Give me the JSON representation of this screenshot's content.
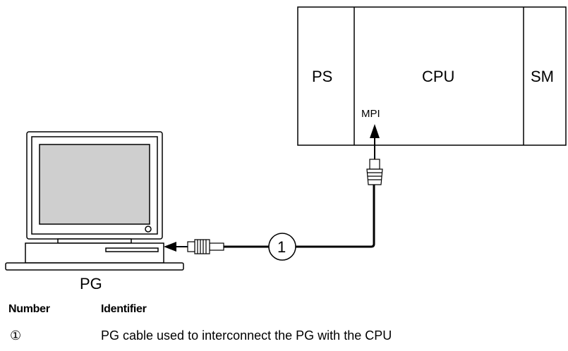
{
  "diagram": {
    "modules": {
      "ps": "PS",
      "cpu": "CPU",
      "sm": "SM"
    },
    "port_label": "MPI",
    "device_label": "PG",
    "callout_marker": "1"
  },
  "legend": {
    "headers": {
      "number": "Number",
      "identifier": "Identifier"
    },
    "rows": [
      {
        "number": "①",
        "identifier": "PG cable used to interconnect the PG with the CPU"
      }
    ]
  }
}
